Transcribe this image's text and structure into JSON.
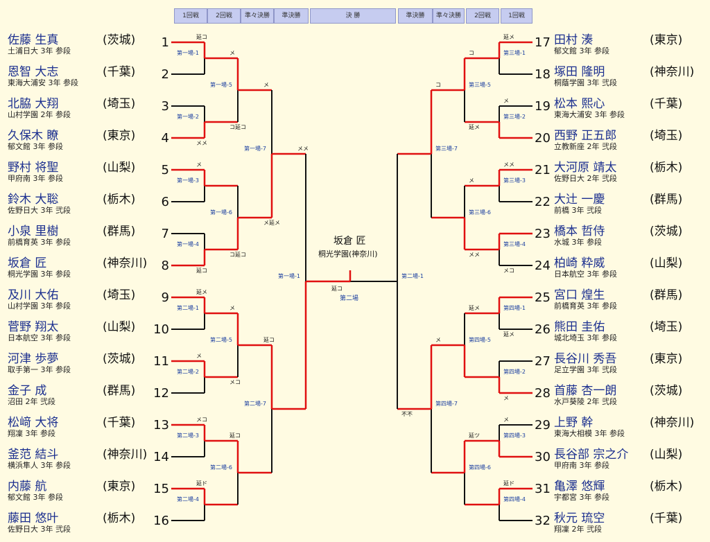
{
  "rounds": {
    "left": [
      "1回戦",
      "2回戦",
      "準々決勝",
      "準決勝"
    ],
    "final": "決 勝",
    "right": [
      "準決勝",
      "準々決勝",
      "2回戦",
      "1回戦"
    ]
  },
  "champion": {
    "name": "坂倉 匠",
    "school": "桐光学園(神奈川)",
    "final_score": "延コ",
    "court": "第二場"
  },
  "left_players": [
    {
      "num": "1",
      "name": "佐藤 生真",
      "school": "土浦日大 3年 参段",
      "pref": "(茨城)"
    },
    {
      "num": "2",
      "name": "恩智 大志",
      "school": "東海大浦安 3年 参段",
      "pref": "(千葉)"
    },
    {
      "num": "3",
      "name": "北脇 大翔",
      "school": "山村学園 2年 参段",
      "pref": "(埼玉)"
    },
    {
      "num": "4",
      "name": "久保木 瞭",
      "school": "郁文館 3年 参段",
      "pref": "(東京)"
    },
    {
      "num": "5",
      "name": "野村 将聖",
      "school": "甲府南 3年 参段",
      "pref": "(山梨)"
    },
    {
      "num": "6",
      "name": "鈴木 大聡",
      "school": "佐野日大 3年 弐段",
      "pref": "(栃木)"
    },
    {
      "num": "7",
      "name": "小泉 里樹",
      "school": "前橋育英 3年 参段",
      "pref": "(群馬)"
    },
    {
      "num": "8",
      "name": "坂倉 匠",
      "school": "桐光学園 3年 参段",
      "pref": "(神奈川)"
    },
    {
      "num": "9",
      "name": "及川 大佑",
      "school": "山村学園 3年 参段",
      "pref": "(埼玉)"
    },
    {
      "num": "10",
      "name": "菅野 翔太",
      "school": "日本航空 3年 参段",
      "pref": "(山梨)"
    },
    {
      "num": "11",
      "name": "河津 歩夢",
      "school": "取手第一 3年 参段",
      "pref": "(茨城)"
    },
    {
      "num": "12",
      "name": "金子 成",
      "school": "沼田 2年 弐段",
      "pref": "(群馬)"
    },
    {
      "num": "13",
      "name": "松﨑 大将",
      "school": "翔凜 3年 参段",
      "pref": "(千葉)"
    },
    {
      "num": "14",
      "name": "釜范 結斗",
      "school": "横浜隼人 3年 参段",
      "pref": "(神奈川)"
    },
    {
      "num": "15",
      "name": "内藤 航",
      "school": "郁文館 3年 参段",
      "pref": "(東京)"
    },
    {
      "num": "16",
      "name": "藤田 悠叶",
      "school": "佐野日大 3年 弐段",
      "pref": "(栃木)"
    }
  ],
  "right_players": [
    {
      "num": "17",
      "name": "田村 湊",
      "school": "郁文館 3年 参段",
      "pref": "(東京)"
    },
    {
      "num": "18",
      "name": "塚田 隆明",
      "school": "桐蔭学園 3年 弐段",
      "pref": "(神奈川)"
    },
    {
      "num": "19",
      "name": "松本 熙心",
      "school": "東海大浦安 3年 参段",
      "pref": "(千葉)"
    },
    {
      "num": "20",
      "name": "西野 正五郎",
      "school": "立教新座 2年 弐段",
      "pref": "(埼玉)"
    },
    {
      "num": "21",
      "name": "大河原 靖太",
      "school": "佐野日大 2年 弐段",
      "pref": "(栃木)"
    },
    {
      "num": "22",
      "name": "大辻 一慶",
      "school": "前橋 3年 弐段",
      "pref": "(群馬)"
    },
    {
      "num": "23",
      "name": "橋本 哲侍",
      "school": "水城 3年 参段",
      "pref": "(茨城)"
    },
    {
      "num": "24",
      "name": "柏崎 粋威",
      "school": "日本航空 3年 参段",
      "pref": "(山梨)"
    },
    {
      "num": "25",
      "name": "宮口 煌生",
      "school": "前橋育英 3年 参段",
      "pref": "(群馬)"
    },
    {
      "num": "26",
      "name": "熊田 圭佑",
      "school": "城北埼玉 3年 参段",
      "pref": "(埼玉)"
    },
    {
      "num": "27",
      "name": "長谷川 秀吾",
      "school": "足立学園 3年 弐段",
      "pref": "(東京)"
    },
    {
      "num": "28",
      "name": "首藤 杏一朗",
      "school": "水戸葵陵 2年 弐段",
      "pref": "(茨城)"
    },
    {
      "num": "29",
      "name": "上野 幹",
      "school": "東海大相模 3年 参段",
      "pref": "(神奈川)"
    },
    {
      "num": "30",
      "name": "長谷部 宗之介",
      "school": "甲府南 3年 参段",
      "pref": "(山梨)"
    },
    {
      "num": "31",
      "name": "亀澤 悠輝",
      "school": "宇都宮 3年 参段",
      "pref": "(栃木)"
    },
    {
      "num": "32",
      "name": "秋元 琉空",
      "school": "翔凜 2年 弐段",
      "pref": "(千葉)"
    }
  ],
  "left_r1": [
    {
      "label": "第一場-1",
      "top": "延コ",
      "bot": ""
    },
    {
      "label": "第一場-2",
      "top": "",
      "bot": "メメ"
    },
    {
      "label": "第一場-3",
      "top": "メ",
      "bot": ""
    },
    {
      "label": "第一場-4",
      "top": "",
      "bot": "延コ"
    },
    {
      "label": "第二場-1",
      "top": "延メ",
      "bot": ""
    },
    {
      "label": "第二場-2",
      "top": "メ",
      "bot": ""
    },
    {
      "label": "第二場-3",
      "top": "メコ",
      "bot": ""
    },
    {
      "label": "第二場-4",
      "top": "延ド",
      "bot": ""
    }
  ],
  "left_r2": [
    {
      "label": "第一場-5",
      "top": "メ",
      "bot": "コ延コ"
    },
    {
      "label": "第一場-6",
      "top": "",
      "bot": "コ延コ"
    },
    {
      "label": "第二場-5",
      "top": "メ",
      "bot": "メコ"
    },
    {
      "label": "第二場-6",
      "top": "延コ",
      "bot": ""
    }
  ],
  "left_r3": [
    {
      "label": "第一場-7",
      "top": "メ",
      "bot": "メ延メ"
    },
    {
      "label": "第二場-7",
      "top": "延コ",
      "bot": ""
    }
  ],
  "left_r4": {
    "label": "第一場-1",
    "top": "メメ",
    "bot": ""
  },
  "right_r1": [
    {
      "label": "第三場-1",
      "top": "延メ",
      "bot": ""
    },
    {
      "label": "第三場-2",
      "top": "メ",
      "bot": ""
    },
    {
      "label": "第三場-3",
      "top": "メメ",
      "bot": ""
    },
    {
      "label": "第三場-4",
      "top": "",
      "bot": "メコ"
    },
    {
      "label": "第四場-1",
      "top": "",
      "bot": "延メ"
    },
    {
      "label": "第四場-2",
      "top": "",
      "bot": "メ"
    },
    {
      "label": "第四場-3",
      "top": "メ",
      "bot": ""
    },
    {
      "label": "第四場-4",
      "top": "延ド",
      "bot": ""
    }
  ],
  "right_r2": [
    {
      "label": "第三場-5",
      "top": "コ",
      "bot": "延メ"
    },
    {
      "label": "第三場-6",
      "top": "メ",
      "bot": "メメ"
    },
    {
      "label": "第四場-5",
      "top": "延メ",
      "bot": ""
    },
    {
      "label": "第四場-6",
      "top": "延ツ",
      "bot": ""
    }
  ],
  "right_r3": [
    {
      "label": "第三場-7",
      "top": "コ",
      "bot": ""
    },
    {
      "label": "第四場-7",
      "top": "メ",
      "bot": ""
    }
  ],
  "right_r4": {
    "label": "第二場-1",
    "top": "",
    "bot": "不不"
  }
}
